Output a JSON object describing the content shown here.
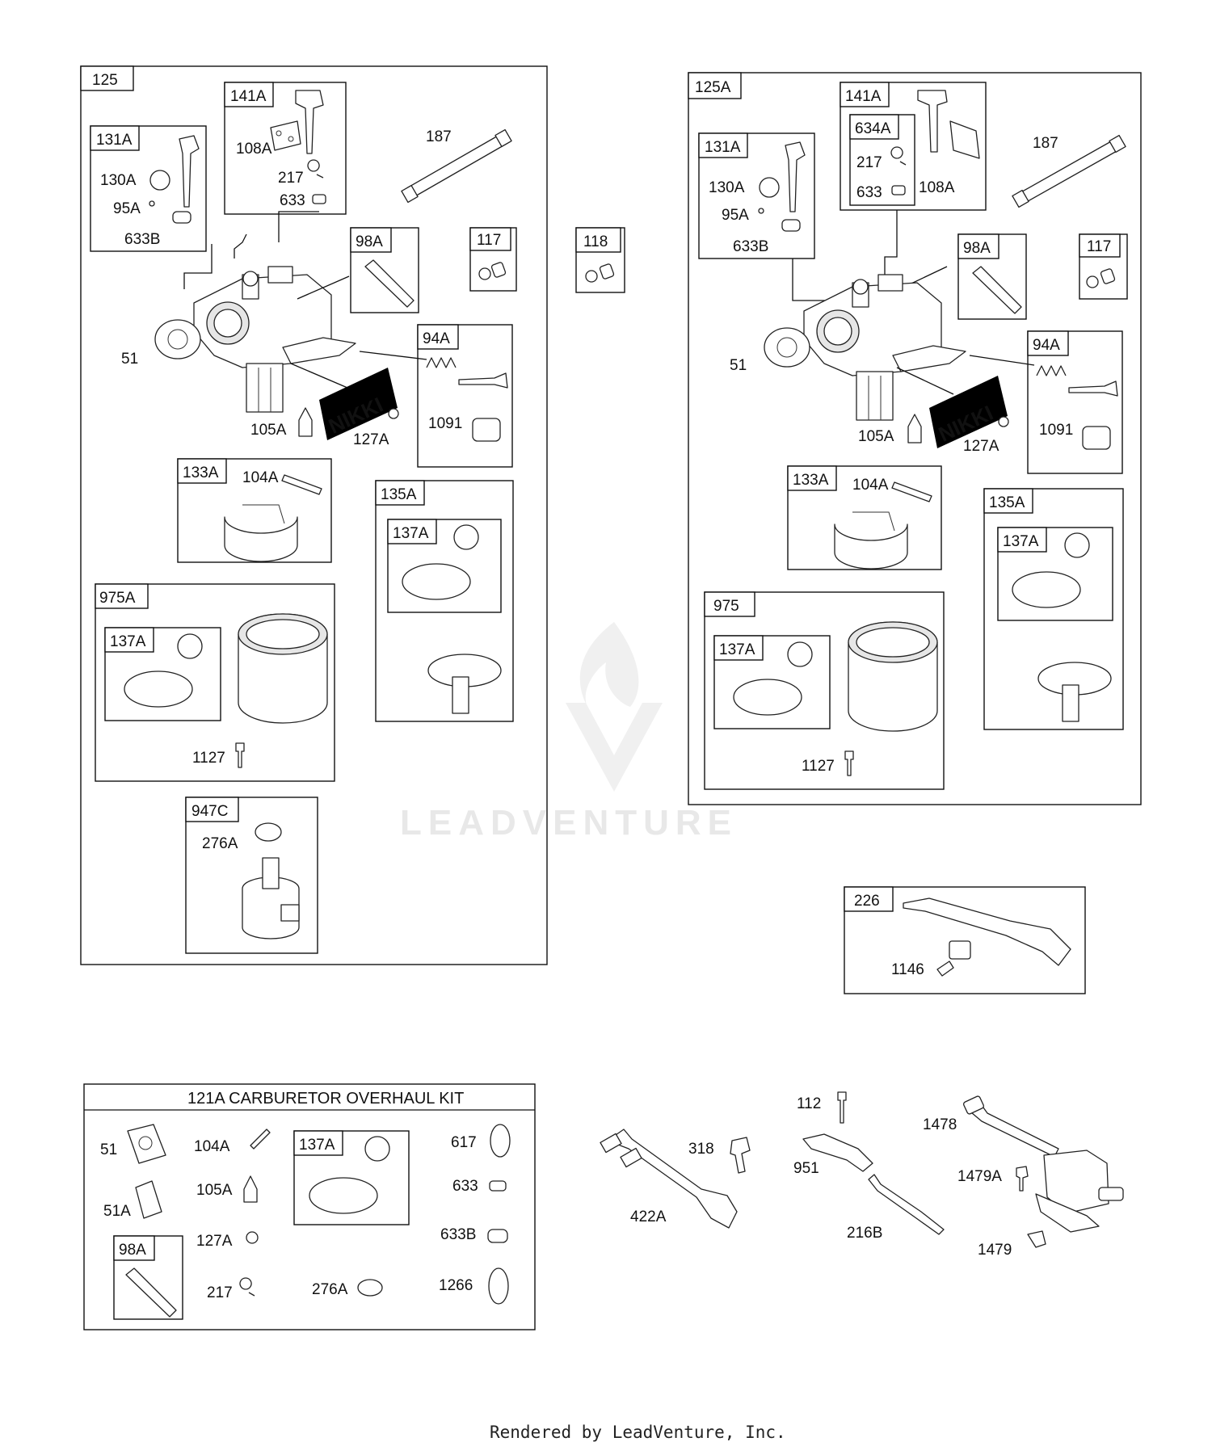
{
  "watermark": {
    "text": "LEADVENTURE"
  },
  "footer": {
    "text": "Rendered by LeadVenture, Inc."
  },
  "nikki": {
    "text": "NIKKI"
  },
  "kit": {
    "title": "121A CARBURETOR OVERHAUL KIT"
  },
  "group_left": {
    "label": "125",
    "sub": {
      "b141A": "141A",
      "b131A": "131A",
      "b98A": "98A",
      "b117": "117",
      "b94A": "94A",
      "b133A": "133A",
      "b135A": "135A",
      "b137A_in135": "137A",
      "b975A": "975A",
      "b137A_in975": "137A",
      "b947C": "947C"
    },
    "parts": {
      "p108A": "108A",
      "p217": "217",
      "p633": "633",
      "p187": "187",
      "p130A": "130A",
      "p95A": "95A",
      "p633B": "633B",
      "p51": "51",
      "p105A": "105A",
      "p127A": "127A",
      "p1091": "1091",
      "p104A": "104A",
      "p1127": "1127",
      "p276A": "276A"
    }
  },
  "standalone": {
    "b118": "118"
  },
  "group_right": {
    "label": "125A",
    "sub": {
      "b141A": "141A",
      "b634A": "634A",
      "b131A": "131A",
      "b98A": "98A",
      "b117": "117",
      "b94A": "94A",
      "b133A": "133A",
      "b135A": "135A",
      "b137A_in135": "137A",
      "b975": "975",
      "b137A_in975": "137A"
    },
    "parts": {
      "p217": "217",
      "p633": "633",
      "p108A": "108A",
      "p187": "187",
      "p130A": "130A",
      "p95A": "95A",
      "p633B": "633B",
      "p51": "51",
      "p105A": "105A",
      "p127A": "127A",
      "p1091": "1091",
      "p104A": "104A",
      "p1127": "1127"
    }
  },
  "group_226": {
    "label": "226",
    "parts": {
      "p1146": "1146"
    }
  },
  "kit_parts": {
    "p51": "51",
    "p51A": "51A",
    "p104A": "104A",
    "p105A": "105A",
    "p127A": "127A",
    "p217": "217",
    "b137A": "137A",
    "b98A": "98A",
    "p276A": "276A",
    "p617": "617",
    "p633": "633",
    "p633B": "633B",
    "p1266": "1266"
  },
  "loose_parts": {
    "p112": "112",
    "p318": "318",
    "p951": "951",
    "p422A": "422A",
    "p216B": "216B",
    "p1478": "1478",
    "p1479A": "1479A",
    "p1479": "1479"
  }
}
